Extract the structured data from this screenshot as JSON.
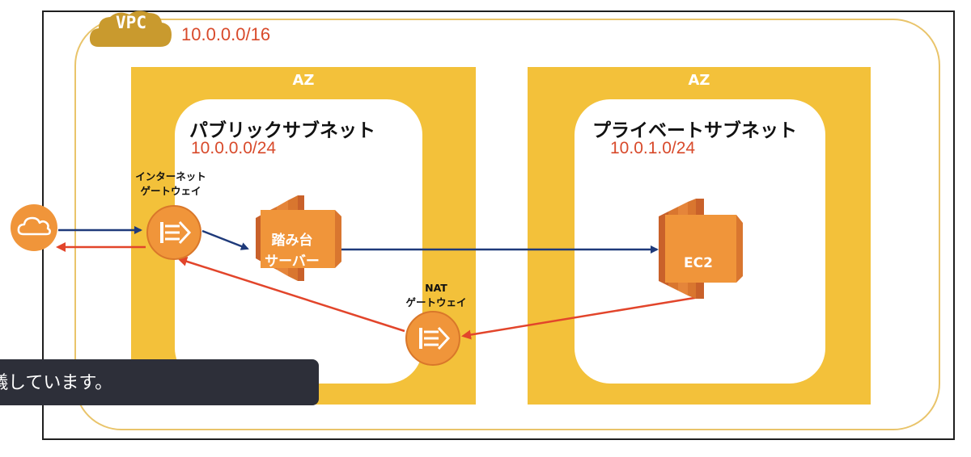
{
  "vpc": {
    "label": "VPC",
    "cidr": "10.0.0.0/16"
  },
  "availability_zones": [
    {
      "label": "AZ",
      "subnet": {
        "title": "パブリックサブネット",
        "cidr": "10.0.0.0/24"
      }
    },
    {
      "label": "AZ",
      "subnet": {
        "title": "プライベートサブネット",
        "cidr": "10.0.1.0/24"
      }
    }
  ],
  "nodes": {
    "internet": {
      "icon": "cloud-icon"
    },
    "internet_gateway": {
      "icon": "gateway-icon",
      "label_line1": "インターネット",
      "label_line2": "ゲートウェイ"
    },
    "bastion_server": {
      "icon": "server-icon",
      "label_line1": "踏み台",
      "label_line2": "サーバー"
    },
    "ec2": {
      "icon": "server-icon",
      "label": "EC2"
    },
    "nat_gateway": {
      "icon": "gateway-icon",
      "label_line1": "NAT",
      "label_line2": "ゲートウェイ"
    }
  },
  "edges": [
    {
      "from": "internet",
      "to": "internet_gateway",
      "color": "#1f3a7a"
    },
    {
      "from": "internet_gateway",
      "to": "internet",
      "color": "#e2452b"
    },
    {
      "from": "internet_gateway",
      "to": "bastion_server",
      "color": "#1f3a7a"
    },
    {
      "from": "bastion_server",
      "to": "ec2",
      "color": "#1f3a7a"
    },
    {
      "from": "ec2",
      "to": "nat_gateway",
      "color": "#e2452b"
    },
    {
      "from": "nat_gateway",
      "to": "internet_gateway",
      "color": "#e2452b"
    }
  ],
  "caption": {
    "text": "儀しています。"
  },
  "colors": {
    "az_fill": "#f3c13a",
    "cidr_text": "#d84a2b",
    "request_arrow": "#1f3a7a",
    "response_arrow": "#e2452b",
    "icon_orange": "#f0953a",
    "vpc_cloud": "#c99a2e"
  }
}
